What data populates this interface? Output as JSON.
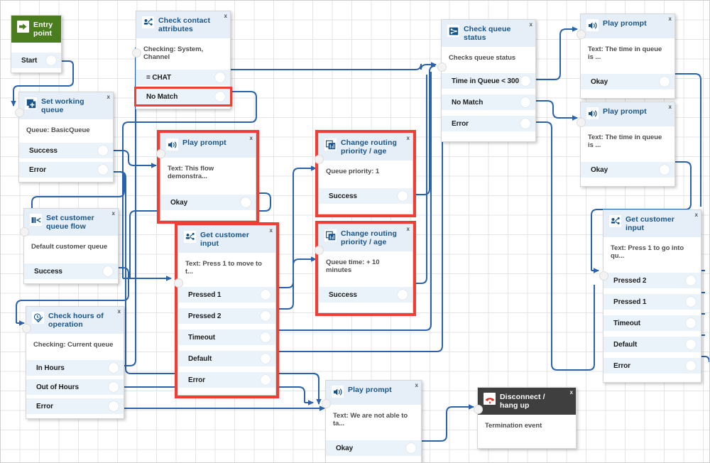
{
  "canvas": {
    "grid": true,
    "background": "#ffffff",
    "grid_color": "#e4e4e4",
    "wire_color": "#2a62ab",
    "selection_color": "#ef3e33",
    "header_blue": "#e6eff7",
    "header_green": "#4a7d1e",
    "header_dark": "#3f3f3f",
    "title_color": "#17548a",
    "port_bg": "#eaf2fa"
  },
  "close_label": "x",
  "nodes": [
    {
      "id": "entry-point",
      "title": "Entry point",
      "icon": "arrow-right-icon",
      "header_style": "green",
      "desc": "",
      "selected": false,
      "ports": [
        {
          "label": "Start"
        }
      ]
    },
    {
      "id": "check-contact-attributes",
      "title": "Check contact attributes",
      "icon": "branch-attributes-icon",
      "header_style": "blue",
      "desc": "Checking: System, Channel",
      "selected": false,
      "ports": [
        {
          "label": "= CHAT",
          "selected": false
        },
        {
          "label": "No Match",
          "selected": true
        }
      ]
    },
    {
      "id": "set-working-queue",
      "title": "Set working queue",
      "icon": "queue-plus-icon",
      "header_style": "blue",
      "desc": "Queue: BasicQueue",
      "selected": false,
      "ports": [
        {
          "label": "Success"
        },
        {
          "label": "Error"
        }
      ]
    },
    {
      "id": "set-customer-queue-flow",
      "title": "Set customer queue flow",
      "icon": "customer-queue-flow-icon",
      "header_style": "blue",
      "desc": "Default customer queue",
      "selected": false,
      "ports": [
        {
          "label": "Success"
        }
      ]
    },
    {
      "id": "check-hours-of-operation",
      "title": "Check hours of operation",
      "icon": "clock-check-icon",
      "header_style": "blue",
      "desc": "Checking: Current queue",
      "selected": false,
      "ports": [
        {
          "label": "In Hours"
        },
        {
          "label": "Out of Hours"
        },
        {
          "label": "Error"
        }
      ]
    },
    {
      "id": "play-prompt-demo",
      "title": "Play prompt",
      "icon": "speaker-icon",
      "header_style": "blue",
      "desc": "Text: This flow demonstra...",
      "selected": true,
      "ports": [
        {
          "label": "Okay"
        }
      ]
    },
    {
      "id": "get-customer-input-left",
      "title": "Get customer input",
      "icon": "customer-input-icon",
      "header_style": "blue",
      "desc": "Text: Press 1 to move to t...",
      "selected": true,
      "ports": [
        {
          "label": "Pressed 1"
        },
        {
          "label": "Pressed 2"
        },
        {
          "label": "Timeout"
        },
        {
          "label": "Default"
        },
        {
          "label": "Error"
        }
      ]
    },
    {
      "id": "change-routing-priority",
      "title": "Change routing priority / age",
      "icon": "routing-priority-icon",
      "header_style": "blue",
      "desc": "Queue priority: 1",
      "selected": true,
      "ports": [
        {
          "label": "Success"
        }
      ]
    },
    {
      "id": "change-routing-age",
      "title": "Change routing priority / age",
      "icon": "routing-priority-icon",
      "header_style": "blue",
      "desc": "Queue time: + 10 minutes",
      "selected": true,
      "ports": [
        {
          "label": "Success"
        }
      ]
    },
    {
      "id": "check-queue-status",
      "title": "Check queue status",
      "icon": "queue-status-icon",
      "header_style": "blue",
      "desc": "Checks queue status",
      "selected": false,
      "ports": [
        {
          "label": "Time in Queue < 300"
        },
        {
          "label": "No Match"
        },
        {
          "label": "Error"
        }
      ]
    },
    {
      "id": "play-prompt-queue-time-1",
      "title": "Play prompt",
      "icon": "speaker-icon",
      "header_style": "blue",
      "desc": "Text: The time in queue is ...",
      "selected": false,
      "ports": [
        {
          "label": "Okay"
        }
      ]
    },
    {
      "id": "play-prompt-queue-time-2",
      "title": "Play prompt",
      "icon": "speaker-icon",
      "header_style": "blue",
      "desc": "Text: The time in queue is ...",
      "selected": false,
      "ports": [
        {
          "label": "Okay"
        }
      ]
    },
    {
      "id": "get-customer-input-right",
      "title": "Get customer input",
      "icon": "customer-input-icon",
      "header_style": "blue",
      "desc": "Text: Press 1 to go into qu...",
      "selected": false,
      "ports": [
        {
          "label": "Pressed 2"
        },
        {
          "label": "Pressed 1"
        },
        {
          "label": "Timeout"
        },
        {
          "label": "Default"
        },
        {
          "label": "Error"
        }
      ]
    },
    {
      "id": "play-prompt-unable",
      "title": "Play prompt",
      "icon": "speaker-icon",
      "header_style": "blue",
      "desc": "Text: We are not able to ta...",
      "selected": false,
      "ports": [
        {
          "label": "Okay"
        }
      ]
    },
    {
      "id": "disconnect-hang-up",
      "title": "Disconnect / hang up",
      "icon": "phone-hangup-icon",
      "header_style": "dark",
      "desc": "Termination event",
      "selected": false,
      "ports": []
    }
  ]
}
